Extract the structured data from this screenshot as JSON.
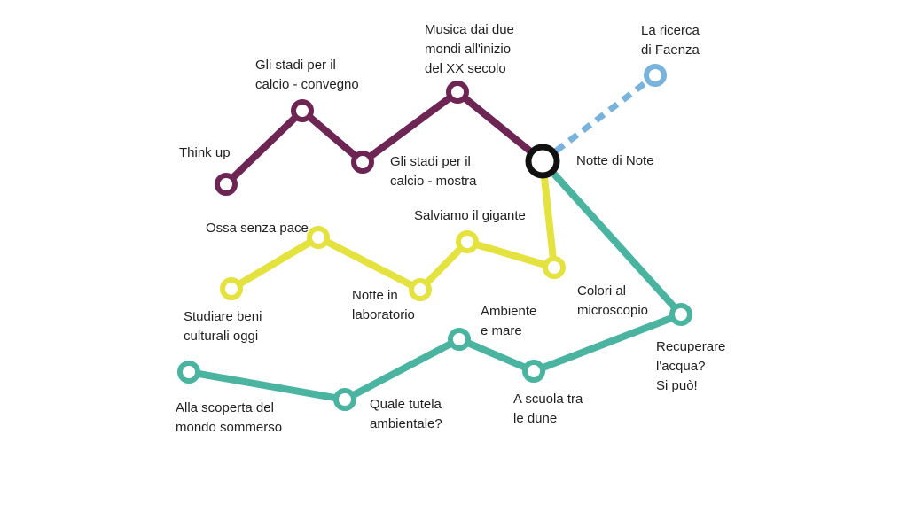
{
  "colors": {
    "purple": "#6d2554",
    "yellow": "#e3e23f",
    "teal": "#4bb4a0",
    "lightblue": "#79b3db",
    "hub": "#111111",
    "background": "#ffffff"
  },
  "lines": [
    {
      "name": "purple",
      "color": "purple",
      "stations": [
        "think_up",
        "stadi_convegno",
        "stadi_mostra",
        "musica",
        "notte_di_note"
      ]
    },
    {
      "name": "yellow",
      "color": "yellow",
      "stations": [
        "studiare_beni",
        "ossa_senza_pace",
        "notte_laboratorio",
        "salviamo_gigante",
        "colori_microscopio",
        "notte_di_note"
      ]
    },
    {
      "name": "teal",
      "color": "teal",
      "stations": [
        "alla_scoperta",
        "quale_tutela",
        "ambiente_mare",
        "a_scuola",
        "recuperare_acqua",
        "notte_di_note"
      ]
    },
    {
      "name": "lightblue-dashed",
      "color": "lightblue",
      "dashed": true,
      "stations": [
        "notte_di_note",
        "ricerca_faenza"
      ]
    }
  ],
  "stations": {
    "think_up": {
      "label": [
        "Think up"
      ],
      "color": "purple"
    },
    "stadi_convegno": {
      "label": [
        "Gli stadi per il",
        "calcio - convegno"
      ],
      "color": "purple"
    },
    "stadi_mostra": {
      "label": [
        "Gli stadi per il",
        "calcio - mostra"
      ],
      "color": "purple"
    },
    "musica": {
      "label": [
        "Musica dai due",
        "mondi all'inizio",
        "del XX secolo"
      ],
      "color": "purple"
    },
    "notte_di_note": {
      "label": [
        "Notte di Note"
      ],
      "color": "hub",
      "hub": true
    },
    "ricerca_faenza": {
      "label": [
        "La ricerca",
        "di Faenza"
      ],
      "color": "lightblue"
    },
    "studiare_beni": {
      "label": [
        "Studiare beni",
        "culturali oggi"
      ],
      "color": "yellow"
    },
    "ossa_senza_pace": {
      "label": [
        "Ossa senza pace"
      ],
      "color": "yellow"
    },
    "notte_laboratorio": {
      "label": [
        "Notte in",
        "laboratorio"
      ],
      "color": "yellow"
    },
    "salviamo_gigante": {
      "label": [
        "Salviamo il gigante"
      ],
      "color": "yellow"
    },
    "colori_microscopio": {
      "label": [
        "Colori al",
        "microscopio"
      ],
      "color": "yellow"
    },
    "alla_scoperta": {
      "label": [
        "Alla scoperta del",
        "mondo sommerso"
      ],
      "color": "teal"
    },
    "quale_tutela": {
      "label": [
        "Quale tutela",
        "ambientale?"
      ],
      "color": "teal"
    },
    "ambiente_mare": {
      "label": [
        "Ambiente",
        "e mare"
      ],
      "color": "teal"
    },
    "a_scuola": {
      "label": [
        "A scuola tra",
        "le dune"
      ],
      "color": "teal"
    },
    "recuperare_acqua": {
      "label": [
        "Recuperare",
        "l'acqua?",
        "Si può!"
      ],
      "color": "teal"
    }
  }
}
